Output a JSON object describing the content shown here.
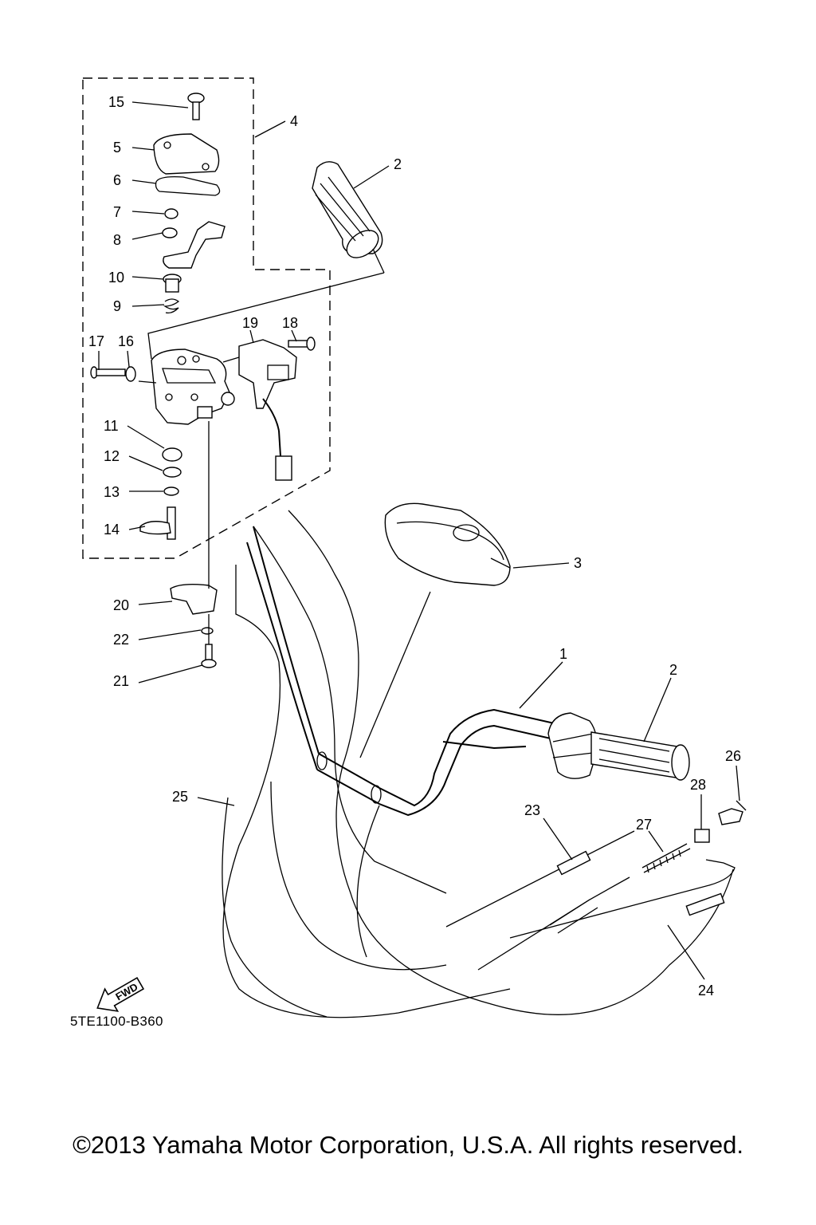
{
  "diagram_code": "5TE1100-B360",
  "copyright": "©2013 Yamaha Motor Corporation, U.S.A. All rights reserved.",
  "fwd_label": "FWD",
  "callouts": {
    "c1": "1",
    "c2a": "2",
    "c2b": "2",
    "c3": "3",
    "c4": "4",
    "c5": "5",
    "c6": "6",
    "c7": "7",
    "c8": "8",
    "c9": "9",
    "c10": "10",
    "c11": "11",
    "c12": "12",
    "c13": "13",
    "c14": "14",
    "c15": "15",
    "c16": "16",
    "c17": "17",
    "c18": "18",
    "c19": "19",
    "c20": "20",
    "c21": "21",
    "c22": "22",
    "c23": "23",
    "c24": "24",
    "c25": "25",
    "c26": "26",
    "c27": "27",
    "c28": "28"
  }
}
